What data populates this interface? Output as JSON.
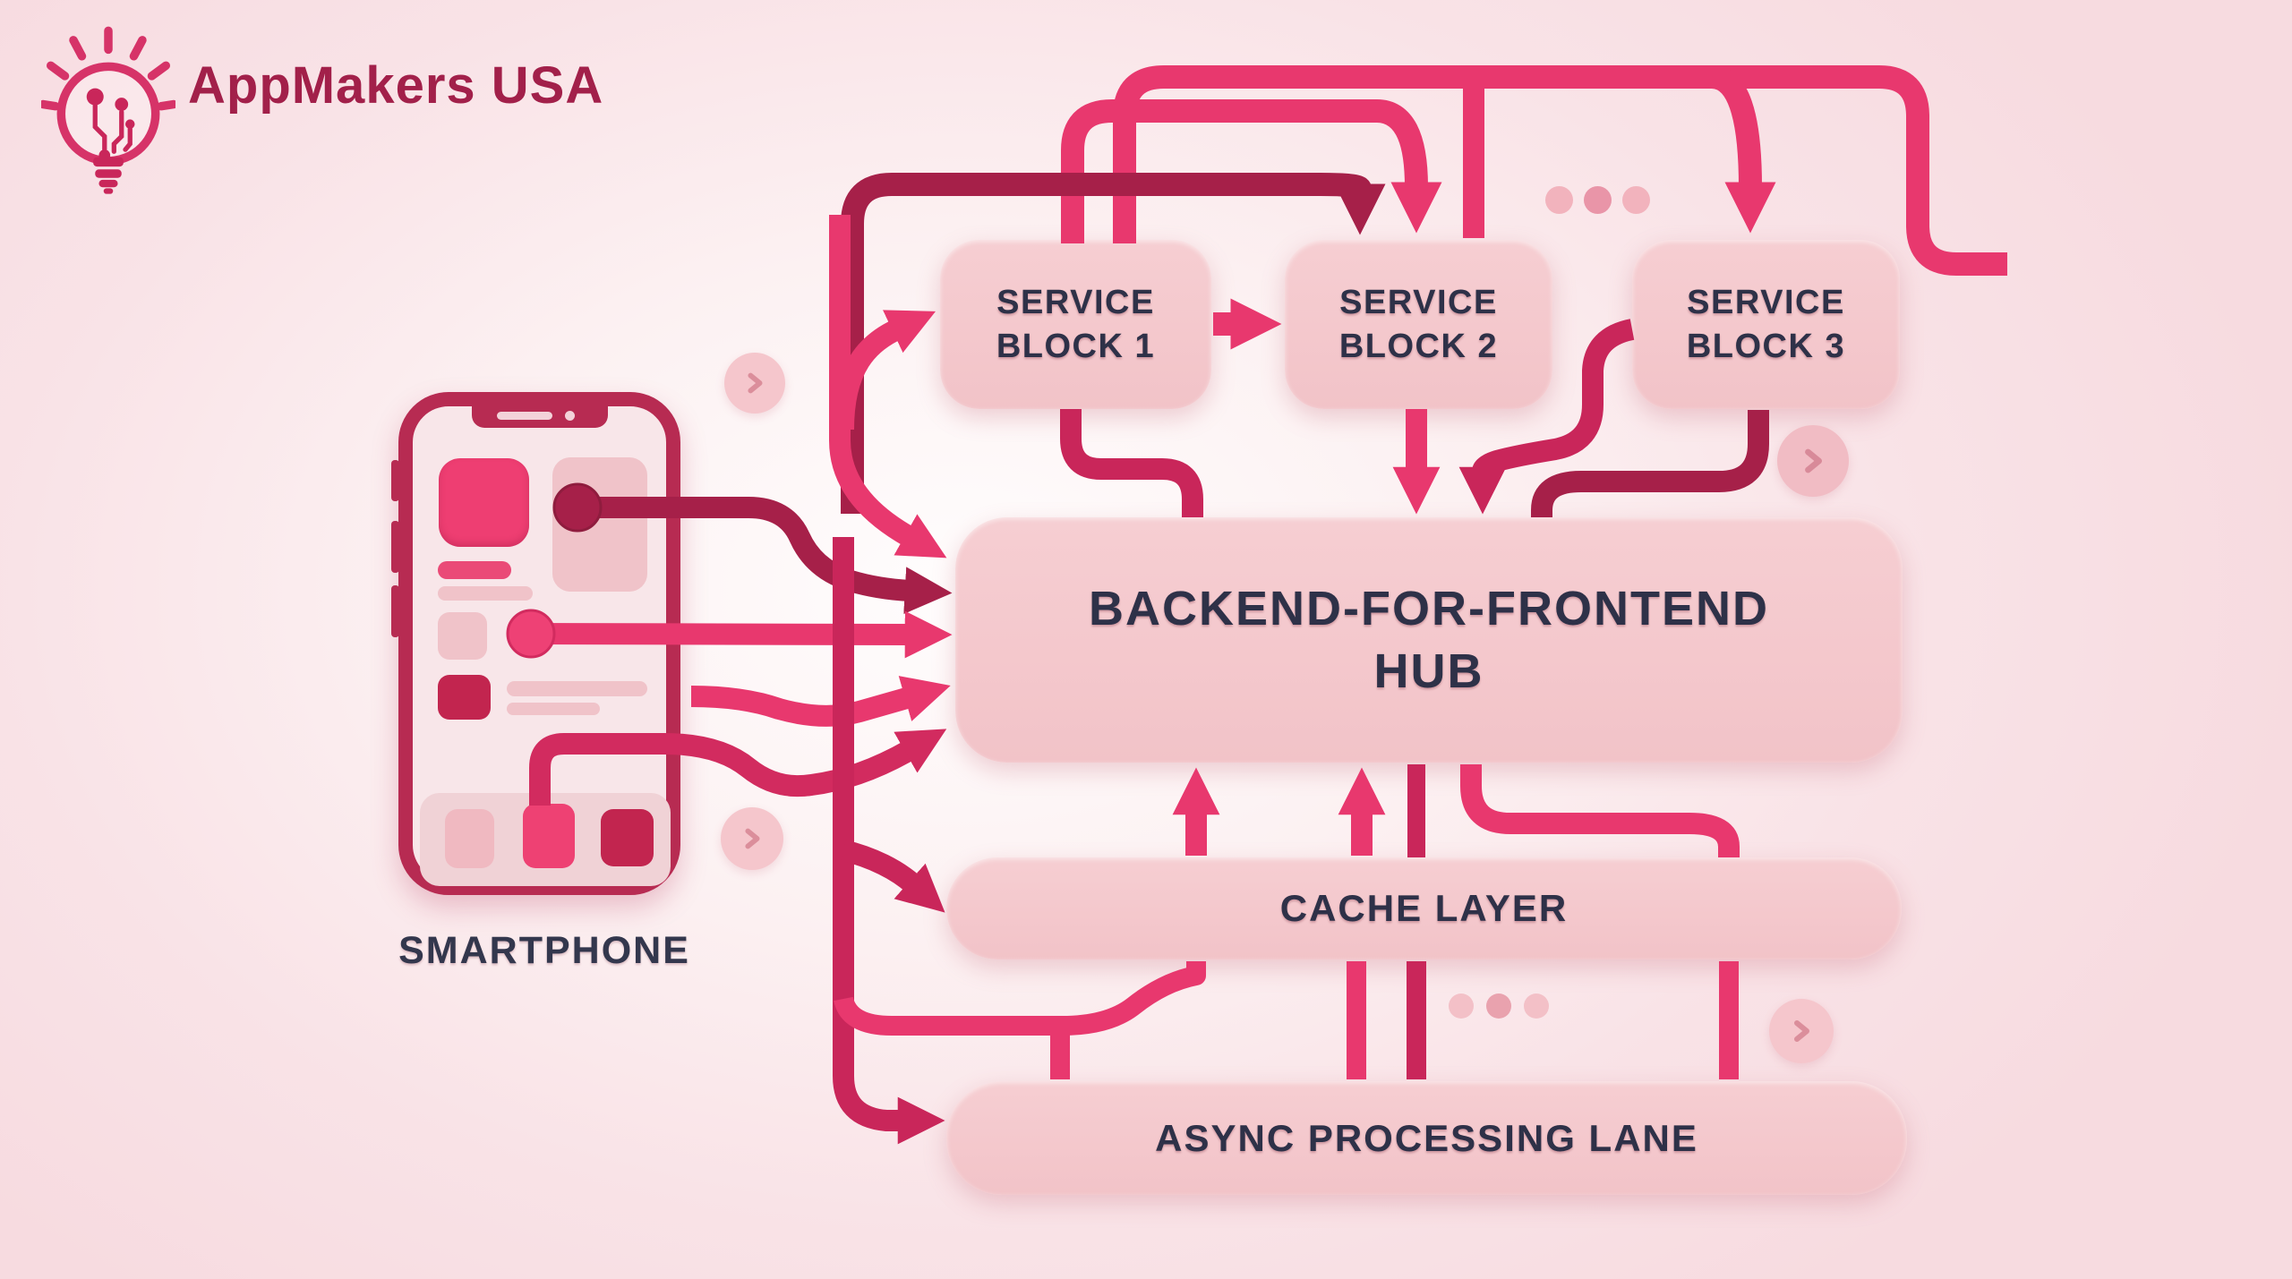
{
  "brand": {
    "name": "AppMakers USA"
  },
  "nodes": {
    "service_block_1": {
      "line1": "SERVICE",
      "line2": "BLOCK 1"
    },
    "service_block_2": {
      "line1": "SERVICE",
      "line2": "BLOCK 2"
    },
    "service_block_3": {
      "line1": "SERVICE",
      "line2": "BLOCK 3"
    },
    "bff_hub": {
      "line1": "BACKEND-FOR-FRONTEND",
      "line2": "HUB"
    },
    "cache_layer": {
      "label": "CACHE LAYER"
    },
    "async_lane": {
      "label": "ASYNC PROCESSING LANE"
    },
    "smartphone": {
      "label": "SMARTPHONE"
    }
  },
  "icons": {
    "logo": "lightbulb-circuit-icon",
    "flow_step": "chevron-right-icon",
    "more_items": "ellipsis-dots-icon"
  },
  "colors": {
    "bright_pink": "#e8386e",
    "crimson": "#c9265a",
    "dark_crimson": "#a62049",
    "node_fill": "#f4c9cd",
    "node_text": "#2e3148",
    "brand_text": "#a2204a",
    "background": "#f8dee2"
  }
}
